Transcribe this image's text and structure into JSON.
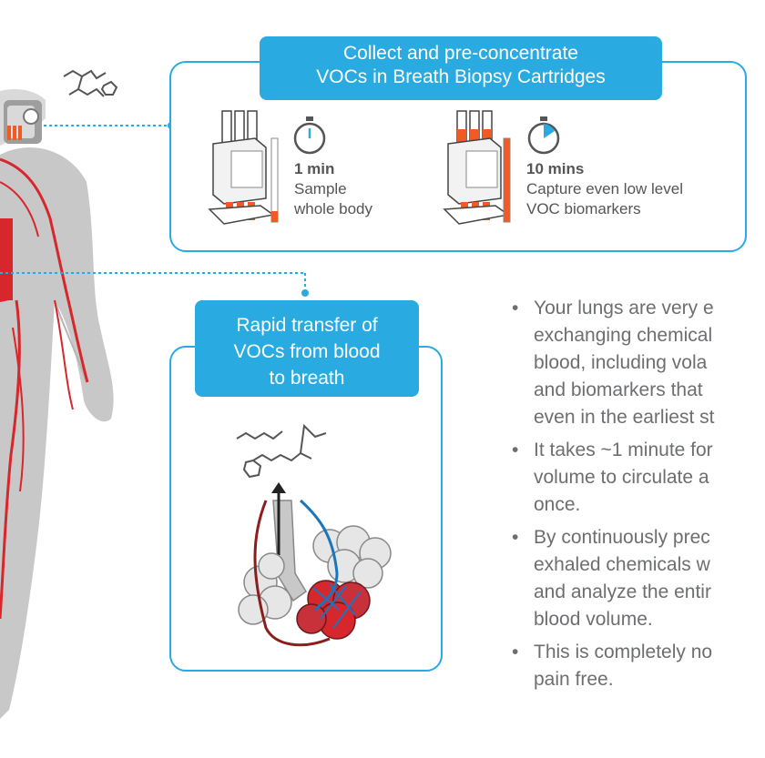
{
  "collect": {
    "title_lines": [
      "Collect and pre-concentrate",
      "VOCs in Breath Biopsy Cartridges"
    ],
    "stat1": {
      "time": "1 min",
      "lines": [
        "Sample",
        "whole body"
      ]
    },
    "stat2": {
      "time": "10 mins",
      "lines": [
        "Capture even low level",
        "VOC biomarkers"
      ]
    }
  },
  "transfer": {
    "title_lines": [
      "Rapid transfer of",
      "VOCs from blood",
      "to breath"
    ]
  },
  "bullets": [
    {
      "lines": [
        "Your lungs are very e",
        "exchanging chemical",
        "blood, including vola",
        "and biomarkers that",
        "even in the earliest st"
      ]
    },
    {
      "lines": [
        "It takes ~1 minute for",
        "volume to circulate a",
        "once."
      ]
    },
    {
      "lines": [
        "By continuously prec",
        "exhaled chemicals w",
        "and analyze the entir",
        "blood volume."
      ]
    },
    {
      "lines": [
        "This is completely no",
        "pain free."
      ]
    }
  ],
  "bullet_symbol": "•",
  "colors": {
    "accent": "#29abe2",
    "body": "#c8c8c8",
    "artery": "#d7262c",
    "vein_blue": "#1b75bc",
    "cartridge_orange": "#f15a24",
    "text": "#6d6e71"
  },
  "icons": [
    "stopwatch-icon",
    "molecule-icon",
    "cartridge-icon",
    "lungs-alveoli-icon",
    "human-body-icon",
    "breath-device-icon"
  ]
}
